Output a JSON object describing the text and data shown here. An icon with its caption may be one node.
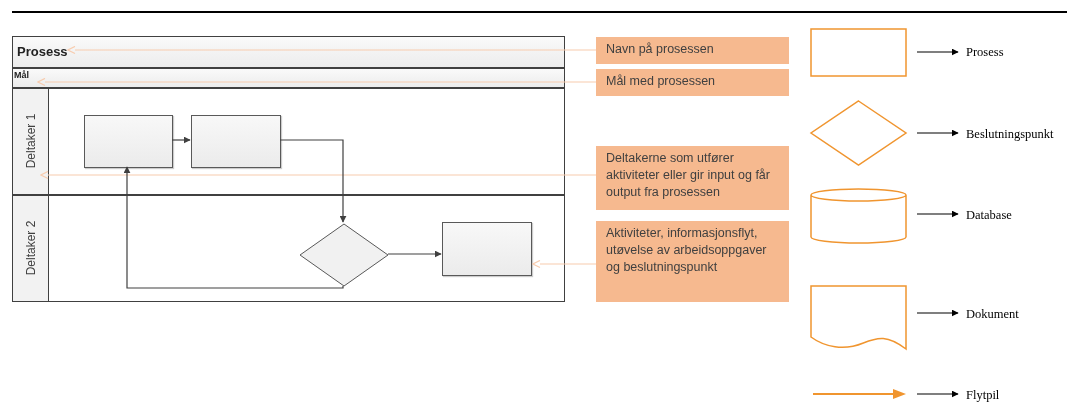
{
  "diagram": {
    "nodes": [
      {
        "text": [
          "Prosess"
        ]
      },
      {
        "text": [
          "Mål"
        ]
      },
      {
        "text": [
          "Deltaker 1"
        ]
      },
      {
        "text": [
          "Deltaker 2"
        ]
      },
      {
        "text": [],
        "shape": "box",
        "in": 2
      },
      {
        "text": [],
        "shape": "box",
        "in": 2
      },
      {
        "text": [],
        "shape": "diamond",
        "in": 3
      },
      {
        "text": [],
        "shape": "box",
        "in": 3
      },
      {
        "text": [
          "Navn på prosessen"
        ]
      },
      {
        "text": [
          "Mål med prosessen"
        ]
      },
      {
        "text": [
          "Deltakerne som utfører aktiviteter eller gir input og får output fra prosessen"
        ]
      },
      {
        "text": [
          "Aktiviteter, informasjonsflyt, utøvelse av arbeidsoppgaver og beslutningspunkt"
        ]
      },
      {
        "text": [],
        "shape": "box"
      },
      {
        "text": [
          "Prosess"
        ]
      },
      {
        "text": [],
        "shape": "diamond"
      },
      {
        "text": [
          "Beslutningspunkt"
        ]
      },
      {
        "text": [],
        "shape": "cylinder"
      },
      {
        "text": [
          "Database"
        ]
      },
      {
        "text": [],
        "shape": "document"
      },
      {
        "text": [
          "Dokument"
        ]
      },
      {
        "text": [],
        "shape": "arrow"
      },
      {
        "text": [
          "Flytpil"
        ]
      }
    ],
    "edges": [
      {
        "from": 8,
        "to": 0,
        "arrow": "to",
        "color": "#f8cbad"
      },
      {
        "from": 9,
        "to": 1,
        "arrow": "to",
        "color": "#f8cbad"
      },
      {
        "from": 10,
        "to": 2,
        "arrow": "to",
        "color": "#f8cbad"
      },
      {
        "from": 11,
        "to": 3,
        "arrow": "to",
        "color": "#f8cbad"
      },
      {
        "from": 4,
        "to": 5,
        "arrow": "to",
        "color": "#404040"
      },
      {
        "from": 5,
        "to": 6,
        "arrow": "to",
        "color": "#404040"
      },
      {
        "from": 6,
        "to": 7,
        "arrow": "to",
        "color": "#404040"
      },
      {
        "from": 6,
        "to": 4,
        "arrow": "to",
        "color": "#404040"
      },
      {
        "from": 12,
        "to": 13,
        "arrow": "to"
      },
      {
        "from": 14,
        "to": 15,
        "arrow": "to"
      },
      {
        "from": 16,
        "to": 17,
        "arrow": "to"
      },
      {
        "from": 18,
        "to": 19,
        "arrow": "to"
      },
      {
        "from": 20,
        "to": 21,
        "arrow": "to"
      }
    ]
  }
}
